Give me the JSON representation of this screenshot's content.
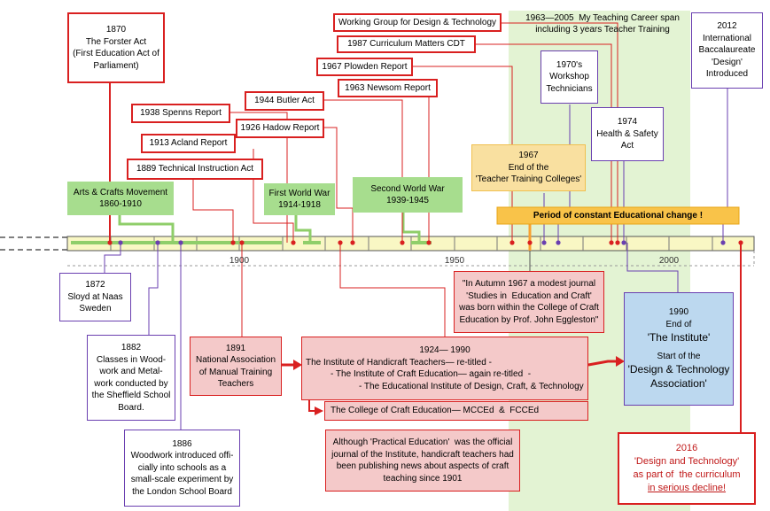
{
  "timeline": {
    "tick_1900": "1900",
    "tick_1950": "1950",
    "tick_2000": "2000"
  },
  "events_top": {
    "forster_act": [
      "1870",
      "The Forster Act",
      "(First Education Act of",
      "Parliament)"
    ],
    "technical_instruction": "1889 Technical Instruction Act",
    "acland": "1913 Acland Report",
    "spenns": "1938 Spenns Report",
    "hadow": "1926 Hadow Report",
    "butler": "1944 Butler Act",
    "newsom": "1963 Newsom Report",
    "plowden": "1967 Plowden Report",
    "cdt": "1987 Curriculum Matters CDT",
    "working_group": "Working Group for Design & Technology",
    "career_span": [
      "1963—2005  My Teaching Career span",
      "including 3 years Teacher Training"
    ],
    "workshop_technicians": [
      "1970's",
      "Workshop",
      "Technicians"
    ],
    "health_safety": [
      "1974",
      "Health & Safety",
      "Act"
    ],
    "ib": [
      "2012",
      "International",
      "Baccalaureate",
      "'Design'",
      "Introduced"
    ],
    "ttc_end": [
      "1967",
      "End of the",
      "'Teacher Training Colleges'"
    ],
    "change_period": "Period of constant Educational change !"
  },
  "movements": {
    "arts_crafts": [
      "Arts & Crafts Movement",
      "1860-1910"
    ],
    "ww1": [
      "First World War",
      "1914-1918"
    ],
    "ww2": [
      "Second World War",
      "1939-1945"
    ]
  },
  "events_bottom": {
    "sloyd": [
      "1872",
      "Sloyd at Naas",
      "Sweden"
    ],
    "sheffield": [
      "1882",
      "Classes in Wood-",
      "work and Metal-",
      "work conducted by",
      "the Sheffield School",
      "Board."
    ],
    "london": [
      "1886",
      "Woodwork introduced offi-",
      "cially into schools as a",
      "small-scale experiment by",
      "the London School Board"
    ],
    "nam": [
      "1891",
      "National Association",
      "of Manual Training",
      "Teachers"
    ],
    "institute": [
      "1924— 1990",
      "The Institute of Handicraft Teachers— re-titled -",
      "- The Institute of Craft Education— again re-titled  -",
      "- The Educational Institute of Design, Craft, & Technology"
    ],
    "college": "The College of Craft Education— MCCEd  &  FCCEd",
    "practical": [
      "Although 'Practical Education'  was the official",
      "journal of the Institute, handicraft teachers had",
      "been publishing news about aspects of craft",
      "teaching since 1901"
    ],
    "journal": [
      "\"In Autumn 1967 a modest journal",
      "'Studies in  Education and Craft'",
      "was born within the College of Craft",
      "Education by Prof. John Eggleston\""
    ],
    "institute_end": [
      "1990",
      "End of",
      "'The Institute'",
      "",
      "Start of the",
      "'Design & Technology",
      "Association'"
    ],
    "decline": [
      "2016",
      "'Design and Technology'",
      "as part of  the curriculum",
      "in serious decline!"
    ]
  },
  "colors": {
    "red": "#d92020",
    "purple": "#6a3fb0",
    "green": "#a7dd8e",
    "pink": "#f4c9c9",
    "yellow_band": "#f9f7c4",
    "light_green_band": "#e3f3d3",
    "orange_bar": "#f9c349",
    "blue_box": "#bcd8ef"
  }
}
